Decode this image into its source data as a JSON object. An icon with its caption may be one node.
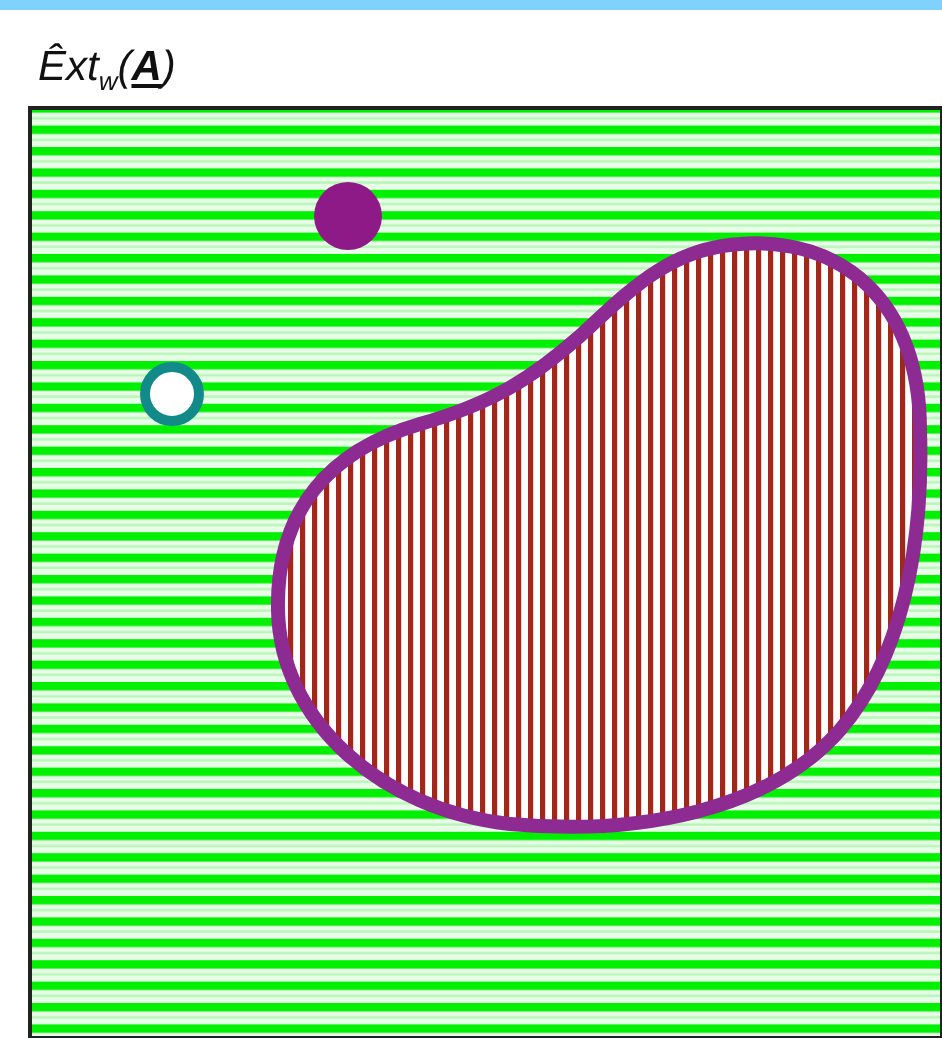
{
  "diagram": {
    "nodes": [
      {
        "text": [
          "Êxt$_{w}$(**A**)"
        ]
      },
      {
        "text": [],
        "shape": "circle",
        "in": 0
      },
      {
        "text": [],
        "shape": "circle",
        "in": 0
      },
      {
        "text": [],
        "shape": "blob",
        "in": 0
      }
    ]
  }
}
